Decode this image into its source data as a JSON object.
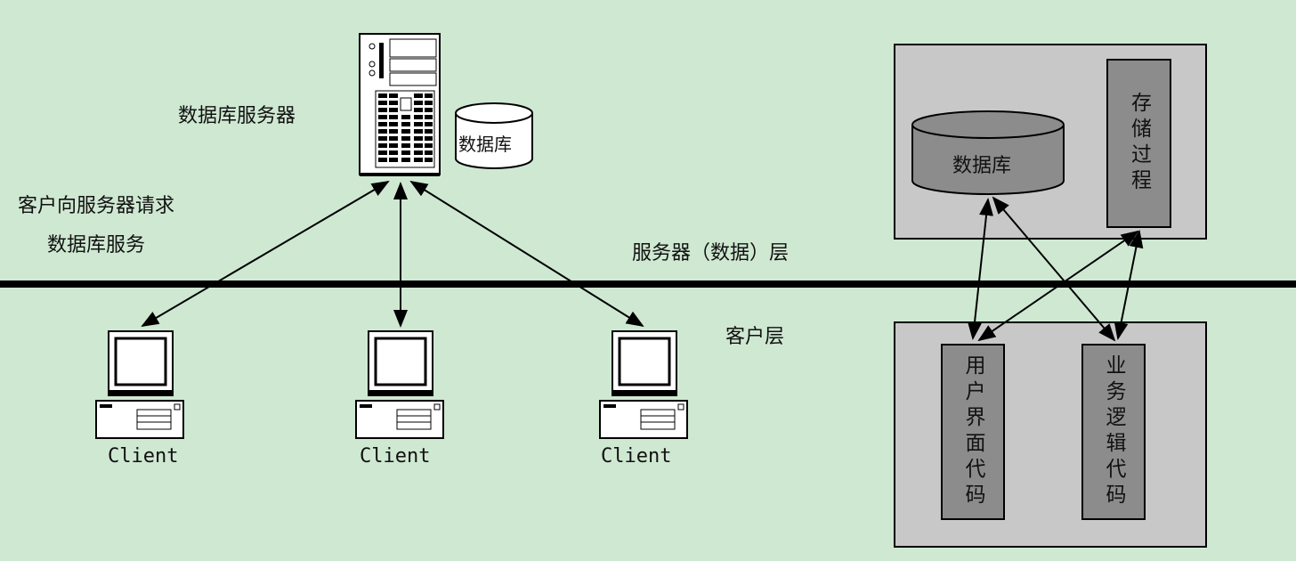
{
  "left": {
    "server_label": "数据库服务器",
    "db_label": "数据库",
    "request_line1": "客户向服务器请求",
    "request_line2": "数据库服务",
    "server_layer_label": "服务器（数据）层",
    "client_layer_label": "客户层",
    "clients": [
      {
        "label": "Client"
      },
      {
        "label": "Client"
      },
      {
        "label": "Client"
      }
    ]
  },
  "right": {
    "db_label": "数据库",
    "stored_proc_label": "存储过程",
    "ui_code_label": "用户界面代码",
    "logic_code_label": "业务逻辑代码"
  },
  "colors": {
    "background": "#cfe8d2",
    "box_fill": "#c8c8c8",
    "inner_fill": "#8c8c8c"
  }
}
